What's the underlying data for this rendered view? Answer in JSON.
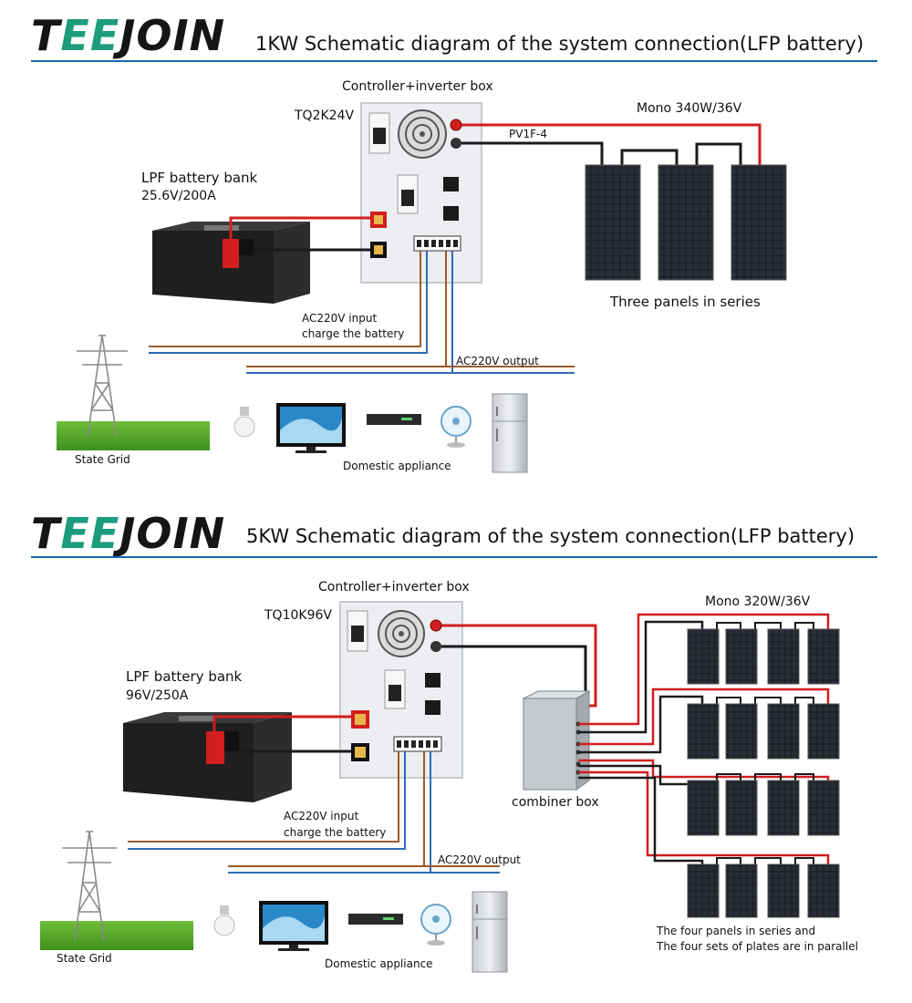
{
  "brand": {
    "logo_pre": "T",
    "logo_ee": "EE",
    "logo_post": "JOIN"
  },
  "diagram1": {
    "title": "1KW Schematic diagram of the system connection(LFP battery)",
    "box_title": "Controller+inverter box",
    "model": "TQ2K24V",
    "pv_cable": "PV1F-4",
    "panel_spec": "Mono 340W/36V",
    "panels_caption": "Three panels in series",
    "battery_name": "LPF battery bank",
    "battery_spec": "25.6V/200A",
    "ac_input_1": "AC220V input",
    "ac_input_2": "charge the battery",
    "ac_output": "AC220V output",
    "grid": "State Grid",
    "appliances": "Domestic appliance"
  },
  "diagram2": {
    "title": "5KW Schematic diagram of the system connection(LFP battery)",
    "box_title": "Controller+inverter box",
    "model": "TQ10K96V",
    "panel_spec": "Mono 320W/36V",
    "combiner": "combiner box",
    "battery_name": "LPF battery bank",
    "battery_spec": "96V/250A",
    "ac_input_1": "AC220V input",
    "ac_input_2": "charge the battery",
    "ac_output": "AC220V output",
    "grid": "State Grid",
    "appliances": "Domestic appliance",
    "note_1": "The four panels in series and",
    "note_2": "The four sets of plates are in parallel"
  },
  "colors": {
    "positive": "#d21e1e",
    "negative": "#1a1a1a",
    "ac_brown": "#9b5a2a",
    "ac_blue": "#2d6db3",
    "rule": "#1a67b1",
    "logo_accent": "#1d9c7c"
  },
  "icons": [
    "battery-icon",
    "pylon-icon",
    "bulb-icon",
    "tv-icon",
    "receiver-icon",
    "fan-icon",
    "fridge-icon",
    "solar-panel-icon",
    "inverter-box-icon",
    "combiner-box-icon"
  ]
}
